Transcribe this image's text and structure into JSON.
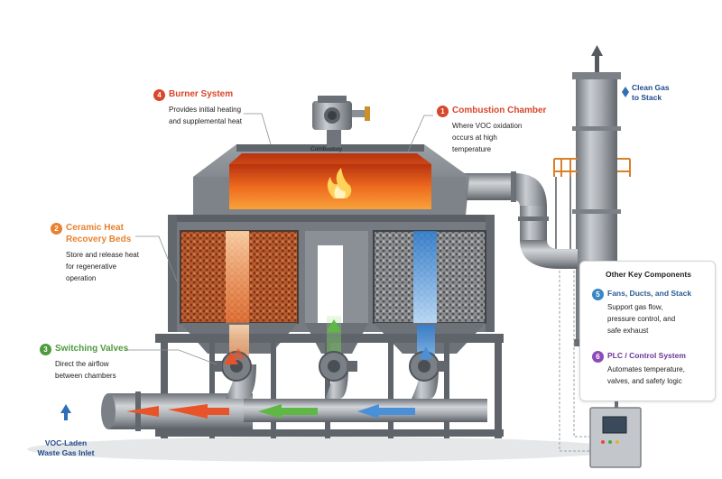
{
  "callouts": [
    {
      "number": "1",
      "title": "Combustion Chamber",
      "description": [
        "Where VOC oxidation",
        "occurs at high",
        "temperature"
      ],
      "color": "#d9472b"
    },
    {
      "number": "2",
      "title_lines": [
        "Ceramic Heat",
        "Recovery Beds"
      ],
      "description": [
        "Store and release heat",
        "for regenerative",
        "operation"
      ],
      "color": "#e8822f"
    },
    {
      "number": "3",
      "title": "Switching Valves",
      "description": [
        "Direct the airflow",
        "between chambers"
      ],
      "color": "#4f9a3e"
    },
    {
      "number": "4",
      "title": "Burner System",
      "description": [
        "Provides initial heating",
        "and supplemental heat"
      ],
      "color": "#d9472b"
    }
  ],
  "panel": {
    "title": "Other Key Components",
    "items": [
      {
        "number": "5",
        "title": "Fans, Ducts, and Stack",
        "description": [
          "Support gas flow,",
          "pressure control, and",
          "safe exhaust"
        ],
        "color": "#3b86c4"
      },
      {
        "number": "6",
        "title": "PLC / Control System",
        "description": [
          "Automates temperature,",
          "valves, and safety logic"
        ],
        "color": "#8e4bb8"
      }
    ]
  },
  "inlet": {
    "lines": [
      "VOC-Laden",
      "Waste Gas Inlet"
    ]
  },
  "outlet": {
    "lines": [
      "Clean Gas",
      "to Stack"
    ]
  },
  "nameplate": {
    "text": "Combustory"
  },
  "colors": {
    "hot": "#e8542a",
    "warm": "#e8822f",
    "cool": "#4a90d9",
    "green": "#5fb845",
    "steel": "#8e9398",
    "steel_dark": "#5d6268",
    "label_blue": "#1e4a8c"
  }
}
